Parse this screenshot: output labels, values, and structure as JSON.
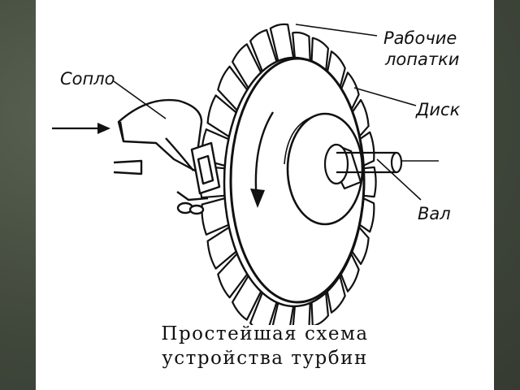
{
  "labels": {
    "blades_line1": "Рабочие",
    "blades_line2": "лопатки",
    "disk": "Диск",
    "nozzle": "Сопло",
    "shaft": "Вал"
  },
  "caption": {
    "line1": "Простейшая схема",
    "line2": "устройства турбин"
  },
  "colors": {
    "ink": "#111111",
    "paper": "#ffffff",
    "frame": "#4a5244"
  }
}
